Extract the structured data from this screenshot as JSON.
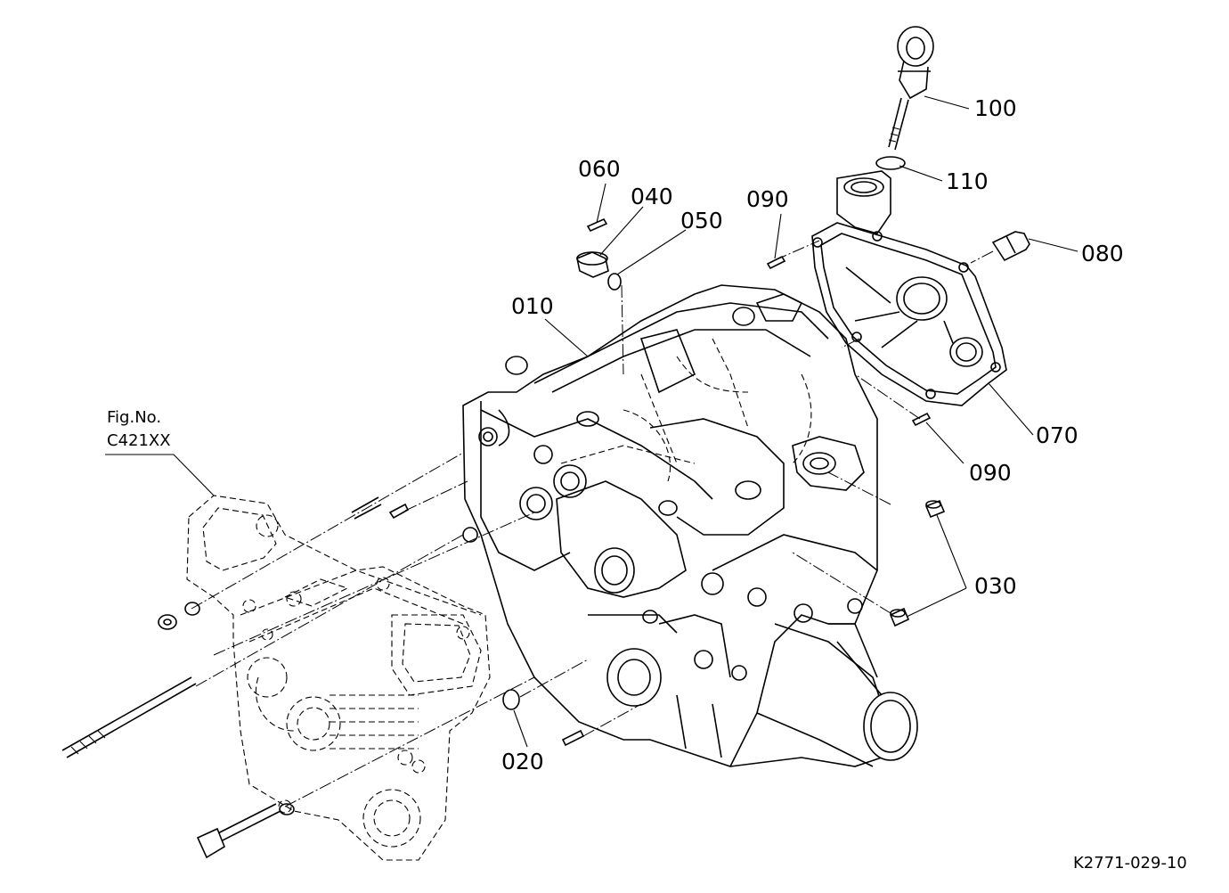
{
  "diagram": {
    "ref_figure": {
      "line1": "Fig.No.",
      "line2": "C421XX"
    },
    "drawing_code": "K2771-029-10",
    "callouts": [
      {
        "id": "c100",
        "text": "100"
      },
      {
        "id": "c110",
        "text": "110"
      },
      {
        "id": "c060",
        "text": "060"
      },
      {
        "id": "c040",
        "text": "040"
      },
      {
        "id": "c050",
        "text": "050"
      },
      {
        "id": "c090a",
        "text": "090"
      },
      {
        "id": "c080",
        "text": "080"
      },
      {
        "id": "c010",
        "text": "010"
      },
      {
        "id": "c070",
        "text": "070"
      },
      {
        "id": "c090b",
        "text": "090"
      },
      {
        "id": "c030",
        "text": "030"
      },
      {
        "id": "c020",
        "text": "020"
      }
    ]
  }
}
